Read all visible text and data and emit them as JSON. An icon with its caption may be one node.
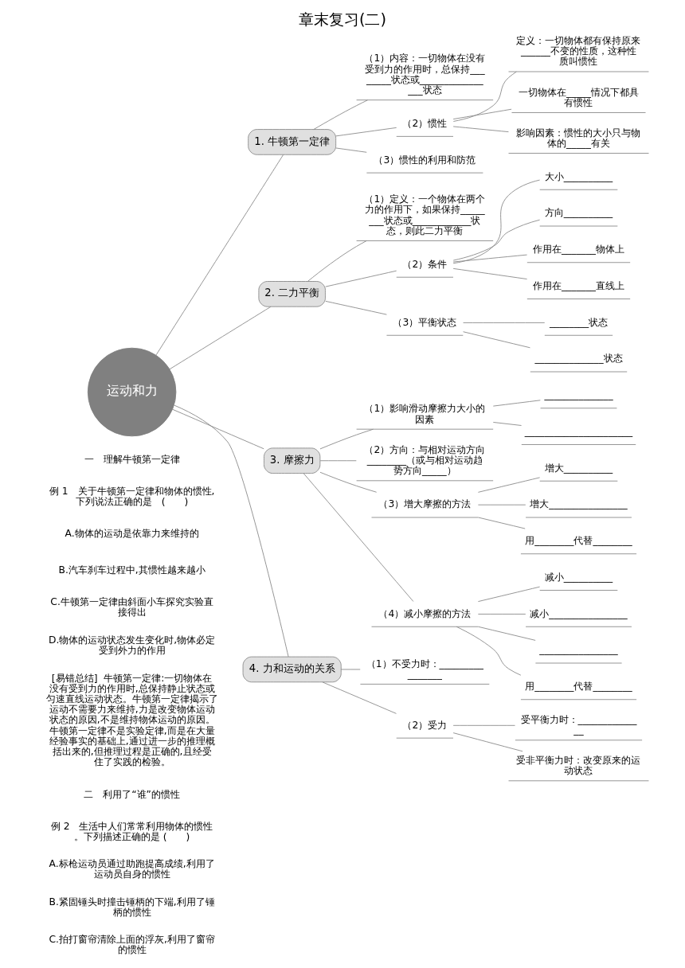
{
  "diagram": {
    "title": "章末复习(二)",
    "nodes": [
      {
        "text": [
          "运动和力"
        ]
      },
      {
        "text": [
          "1. 牛顿第一定律"
        ]
      },
      {
        "text": [
          "（1）内容：一切物体在没有受到力的作用时，总保持________状态或________________状态"
        ]
      },
      {
        "text": [
          "（2）惯性"
        ]
      },
      {
        "text": [
          "定义：一切物体都有保持原来______不变的性质，这种性质叫惯性"
        ]
      },
      {
        "text": [
          "一切物体在_____情况下都具有惯性"
        ]
      },
      {
        "text": [
          "影响因素：惯性的大小只与物体的_____有关"
        ]
      },
      {
        "text": [
          "（3）惯性的利用和防范"
        ]
      },
      {
        "text": [
          "2. 二力平衡"
        ]
      },
      {
        "text": [
          "（1）定义：一个物体在两个力的作用下，如果保持________状态或____________状态，则此二力平衡"
        ]
      },
      {
        "text": [
          "（2）条件"
        ]
      },
      {
        "text": [
          "大小__________"
        ]
      },
      {
        "text": [
          "方向__________"
        ]
      },
      {
        "text": [
          "作用在_______物体上"
        ]
      },
      {
        "text": [
          "作用在_______直线上"
        ]
      },
      {
        "text": [
          "（3）平衡状态"
        ]
      },
      {
        "text": [
          "________状态"
        ]
      },
      {
        "text": [
          "______________状态"
        ]
      },
      {
        "text": [
          "3. 摩擦力"
        ]
      },
      {
        "text": [
          "（1）影响滑动摩擦力大小的因素"
        ]
      },
      {
        "text": [
          "______________"
        ]
      },
      {
        "text": [
          "______________________"
        ]
      },
      {
        "text": [
          "（2）方向：与相对运动方向________（或与相对运动趋势方向_____）"
        ]
      },
      {
        "text": [
          "（3）增大摩擦的方法"
        ]
      },
      {
        "text": [
          "增大__________"
        ]
      },
      {
        "text": [
          "增大________________"
        ]
      },
      {
        "text": [
          "用________代替________"
        ]
      },
      {
        "text": [
          "（4）减小摩擦的方法"
        ]
      },
      {
        "text": [
          "减小__________"
        ]
      },
      {
        "text": [
          "减小________________"
        ]
      },
      {
        "text": [
          "________________"
        ]
      },
      {
        "text": [
          "用________代替________"
        ]
      },
      {
        "text": [
          "4. 力和运动的关系"
        ]
      },
      {
        "text": [
          "（1）不受力时：________________"
        ]
      },
      {
        "text": [
          "（2）受力"
        ]
      },
      {
        "text": [
          "受平衡力时：______________"
        ]
      },
      {
        "text": [
          "受非平衡力时：改变原来的运动状态"
        ]
      }
    ],
    "edges": [
      {
        "from": 0,
        "to": 1,
        "arrow": "none"
      },
      {
        "from": 1,
        "to": 2,
        "arrow": "none"
      },
      {
        "from": 1,
        "to": 3,
        "arrow": "none"
      },
      {
        "from": 3,
        "to": 4,
        "arrow": "none"
      },
      {
        "from": 3,
        "to": 5,
        "arrow": "none"
      },
      {
        "from": 3,
        "to": 6,
        "arrow": "none"
      },
      {
        "from": 1,
        "to": 7,
        "arrow": "none"
      },
      {
        "from": 0,
        "to": 8,
        "arrow": "none"
      },
      {
        "from": 8,
        "to": 9,
        "arrow": "none"
      },
      {
        "from": 8,
        "to": 10,
        "arrow": "none"
      },
      {
        "from": 10,
        "to": 11,
        "arrow": "none"
      },
      {
        "from": 10,
        "to": 12,
        "arrow": "none"
      },
      {
        "from": 10,
        "to": 13,
        "arrow": "none"
      },
      {
        "from": 10,
        "to": 14,
        "arrow": "none"
      },
      {
        "from": 8,
        "to": 15,
        "arrow": "none"
      },
      {
        "from": 15,
        "to": 16,
        "arrow": "none"
      },
      {
        "from": 15,
        "to": 17,
        "arrow": "none"
      },
      {
        "from": 0,
        "to": 18,
        "arrow": "none"
      },
      {
        "from": 18,
        "to": 19,
        "arrow": "none"
      },
      {
        "from": 19,
        "to": 20,
        "arrow": "none"
      },
      {
        "from": 19,
        "to": 21,
        "arrow": "none"
      },
      {
        "from": 18,
        "to": 22,
        "arrow": "none"
      },
      {
        "from": 18,
        "to": 23,
        "arrow": "none"
      },
      {
        "from": 23,
        "to": 24,
        "arrow": "none"
      },
      {
        "from": 23,
        "to": 25,
        "arrow": "none"
      },
      {
        "from": 23,
        "to": 26,
        "arrow": "none"
      },
      {
        "from": 18,
        "to": 27,
        "arrow": "none"
      },
      {
        "from": 27,
        "to": 28,
        "arrow": "none"
      },
      {
        "from": 27,
        "to": 29,
        "arrow": "none"
      },
      {
        "from": 27,
        "to": 30,
        "arrow": "none"
      },
      {
        "from": 27,
        "to": 31,
        "arrow": "none"
      },
      {
        "from": 0,
        "to": 32,
        "arrow": "none"
      },
      {
        "from": 32,
        "to": 33,
        "arrow": "none"
      },
      {
        "from": 32,
        "to": 34,
        "arrow": "none"
      },
      {
        "from": 34,
        "to": 35,
        "arrow": "none"
      },
      {
        "from": 34,
        "to": 36,
        "arrow": "none"
      }
    ],
    "labels": [
      "一　理解牛顿第一定律",
      "例 1　关于牛顿第一定律和物体的惯性,下列说法正确的是　(　　)",
      "A.物体的运动是依靠力来维持的",
      "B.汽车刹车过程中,其惯性越来越小",
      "C.牛顿第一定律由斜面小车探究实验直接得出",
      "D.物体的运动状态发生变化时,物体必定受到外力的作用",
      "[易错总结]  牛顿第一定律:一切物体在没有受到力的作用时,总保持静止状态或匀速直线运动状态。牛顿第一定律揭示了运动不需要力来维持,力是改变物体运动状态的原因,不是维持物体运动的原因。牛顿第一定律不是实验定律,而是在大量经验事实的基础上,通过进一步的推理概括出来的,但推理过程是正确的,且经受住了实践的检验。",
      "二　利用了“谁”的惯性",
      "例 2　生活中人们常常利用物体的惯性。下列描述正确的是 (　　)",
      "A.标枪运动员通过助跑提高成绩,利用了运动员自身的惯性",
      "B.紧固锤头时撞击锤柄的下端,利用了锤柄的惯性",
      "C.拍打窗帘清除上面的浮灰,利用了窗帘的惯性"
    ]
  }
}
